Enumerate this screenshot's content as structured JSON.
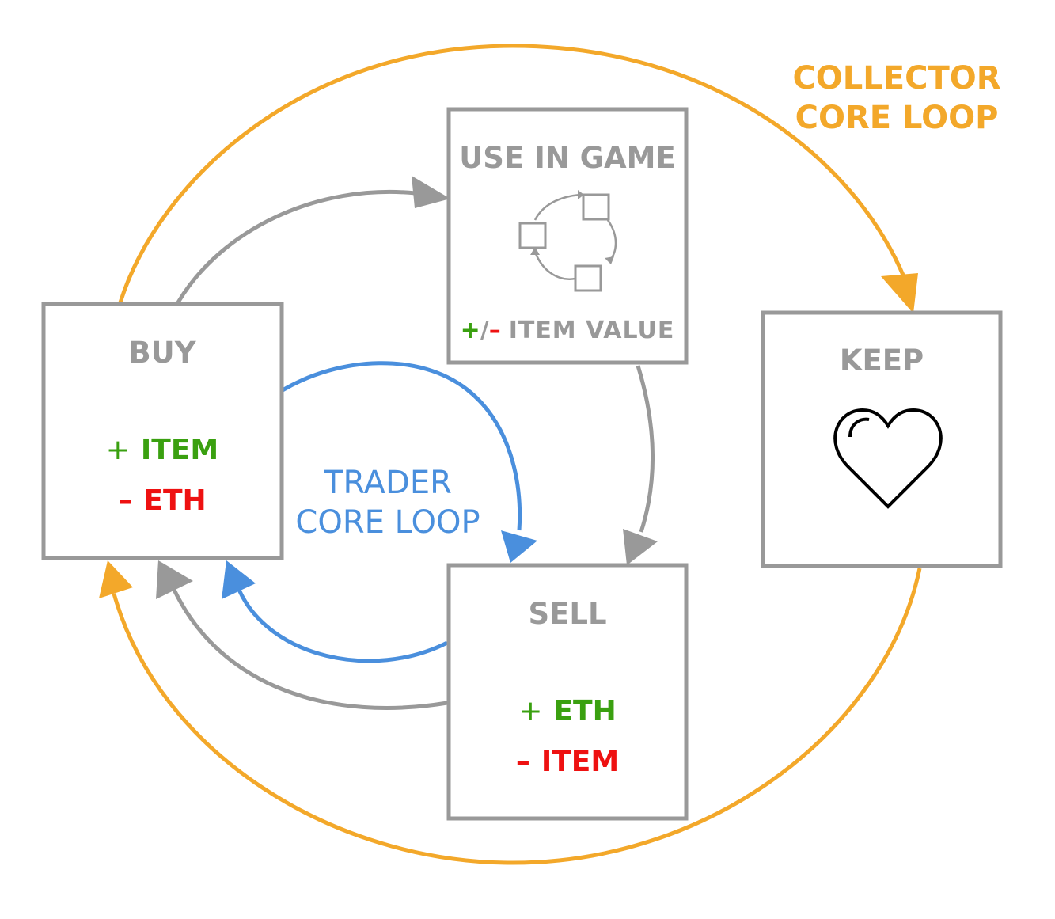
{
  "colors": {
    "gray": "#999999",
    "collector": "#F3A82A",
    "trader": "#4A8FDD",
    "plus": "#3AA010",
    "minus": "#EE1111",
    "black": "#000000",
    "background": "#ffffff"
  },
  "collector_label": {
    "line1": "COLLECTOR",
    "line2": "CORE LOOP"
  },
  "trader_label": {
    "line1": "TRADER",
    "line2": "CORE LOOP"
  },
  "use_in_game": {
    "title": "USE IN GAME",
    "icon": "cycle-icon",
    "value_plus": "+",
    "value_slash": "/",
    "value_minus": "–",
    "value_text": "ITEM VALUE"
  },
  "buy": {
    "title": "BUY",
    "plus_sign": "+",
    "plus_text": "ITEM",
    "minus_sign": "–",
    "minus_text": "ETH"
  },
  "sell": {
    "title": "SELL",
    "plus_sign": "+",
    "plus_text": "ETH",
    "minus_sign": "–",
    "minus_text": "ITEM"
  },
  "keep": {
    "title": "KEEP",
    "icon": "heart-icon"
  }
}
